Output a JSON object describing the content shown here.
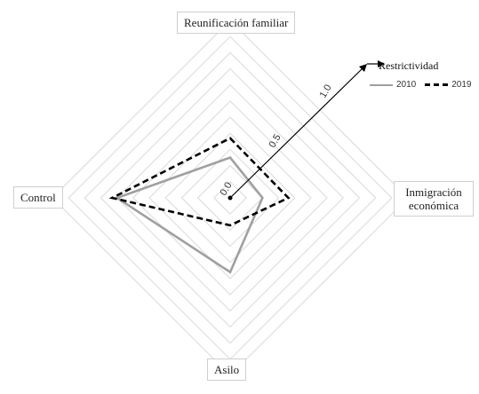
{
  "chart_data": {
    "type": "radar",
    "title": "",
    "axes": [
      "Reunificación familiar",
      "Inmigración económica",
      "Asilo",
      "Control"
    ],
    "series": [
      {
        "name": "2010",
        "values": [
          0.25,
          0.2,
          0.46,
          0.7
        ],
        "color": "#a0a0a0",
        "style": "solid"
      },
      {
        "name": "2019",
        "values": [
          0.37,
          0.36,
          0.17,
          0.73
        ],
        "color": "#000000",
        "style": "dashed"
      }
    ],
    "rlim": [
      0,
      1.1
    ],
    "ticks": [
      "0.0",
      "0.5",
      "1.0"
    ],
    "arrow_label": "Restrictividad",
    "legend_position": "top-right",
    "grid": true
  }
}
